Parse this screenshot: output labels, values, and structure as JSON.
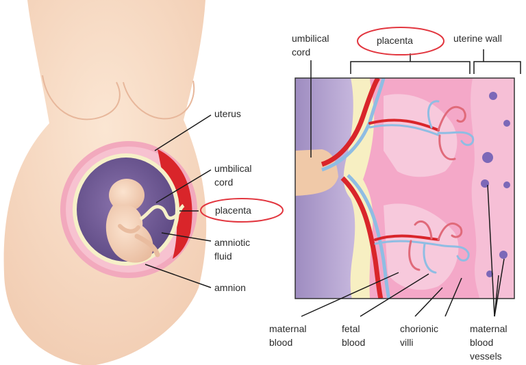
{
  "labels": {
    "left": {
      "uterus": "uterus",
      "umbilical_cord": [
        "umbilical",
        "cord"
      ],
      "placenta": "placenta",
      "amniotic_fluid": [
        "amniotic",
        "fluid"
      ],
      "amnion": "amnion"
    },
    "right": {
      "umbilical_cord": [
        "umbilical",
        "cord"
      ],
      "placenta": "placenta",
      "uterine_wall": "uterine wall",
      "maternal_blood": [
        "maternal",
        "blood"
      ],
      "fetal_blood": [
        "fetal",
        "blood"
      ],
      "chorionic_villi": [
        "chorionic",
        "villi"
      ],
      "maternal_blood_vessels": [
        "maternal",
        "blood",
        "vessels"
      ]
    }
  },
  "colors": {
    "skin": "#f7dcc4",
    "uterus_wall": "#f2a9bd",
    "placenta_red": "#d9252a",
    "amniotic_fluid": "#6f5a93",
    "amnion": "#f6f0c8",
    "fetal_vessel": "#8fbde3",
    "maternal_tissue": "#f4a8c8",
    "highlight_ring": "#e2363f"
  }
}
